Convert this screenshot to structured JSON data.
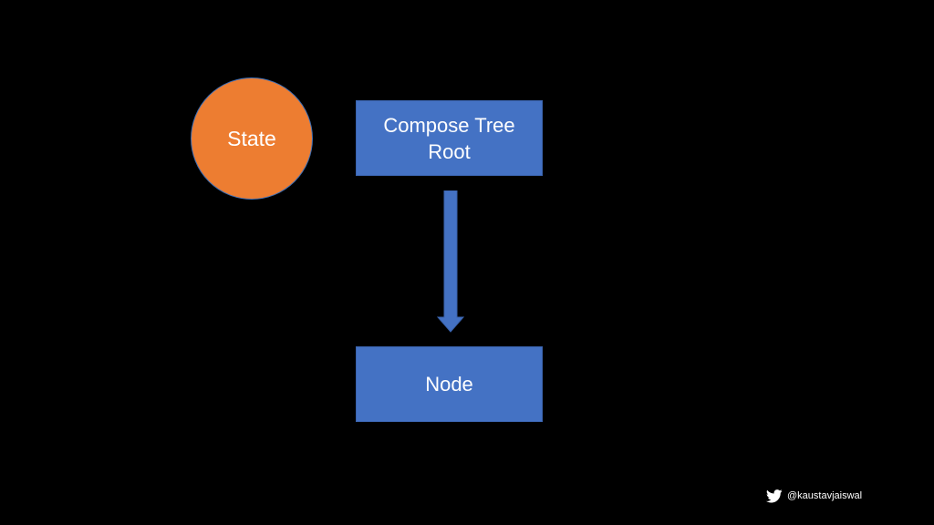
{
  "diagram": {
    "state_node": {
      "label": "State",
      "fill": "#ED7D31"
    },
    "root_node": {
      "lines": [
        "Compose Tree",
        "Root"
      ],
      "fill": "#4472C4"
    },
    "child_node": {
      "label": "Node",
      "fill": "#4472C4"
    },
    "edge": {
      "from": "Compose Tree Root",
      "to": "Node",
      "color": "#4472C4"
    }
  },
  "footer": {
    "icon": "twitter-bird-icon",
    "handle": "@kaustavjaiswal"
  }
}
